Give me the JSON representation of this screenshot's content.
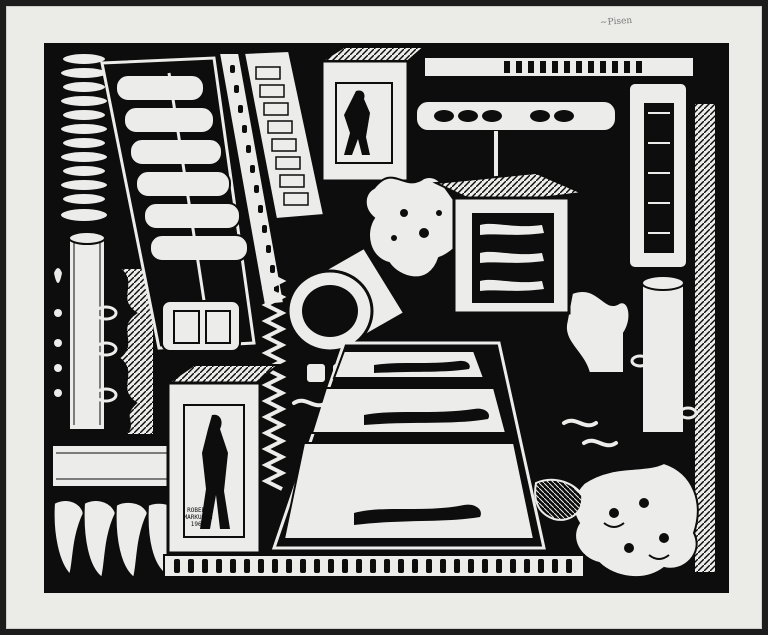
{
  "artwork": {
    "medium_colors": {
      "ink": "#0d0d0d",
      "paper": "#ececea",
      "mat": "#ebebe8",
      "frame": "#1c1c1c"
    },
    "margin_note": "~Pisen",
    "signature_lines": [
      "ROBERT",
      "MARKUSON",
      "1969"
    ]
  }
}
